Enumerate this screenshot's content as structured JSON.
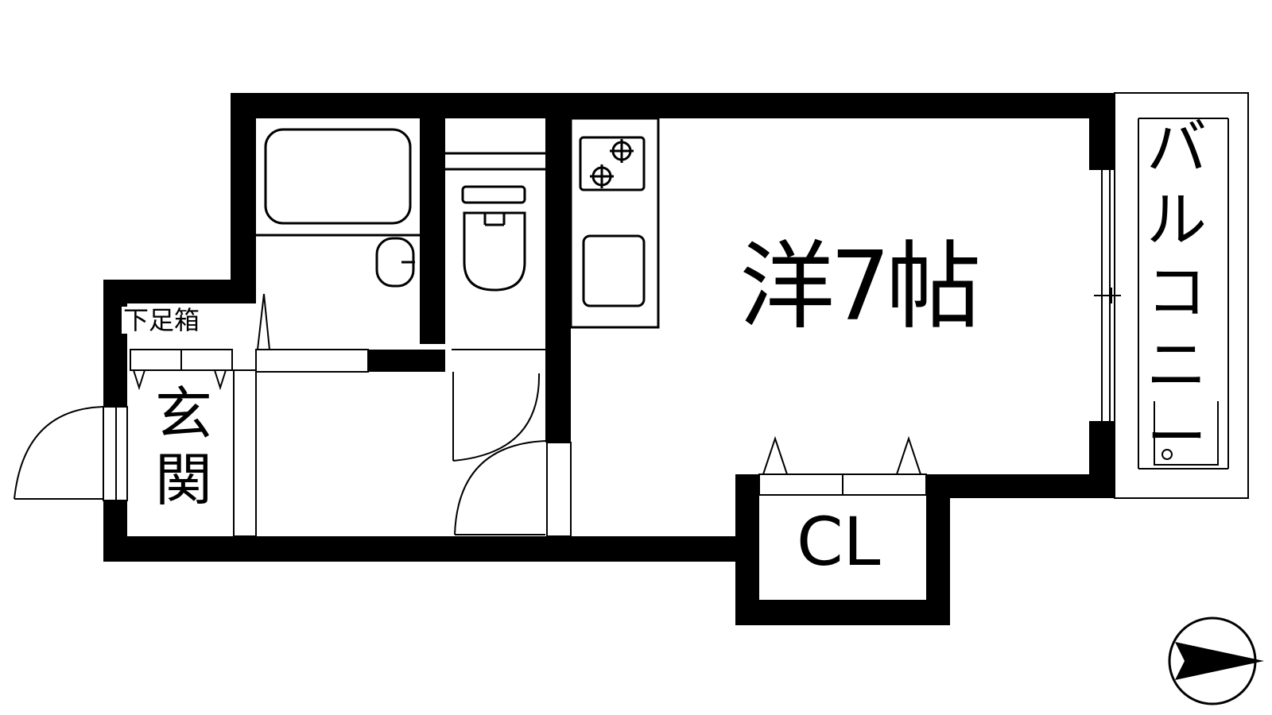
{
  "floor_plan": {
    "rooms": {
      "main_room": "洋7帖",
      "closet": "CL",
      "entrance": "玄関",
      "balcony": "バルコニー",
      "shoe_box": "下足箱"
    },
    "compass_icon": "north-arrow-icon"
  },
  "colors": {
    "wall": "#000000",
    "background": "#ffffff"
  }
}
